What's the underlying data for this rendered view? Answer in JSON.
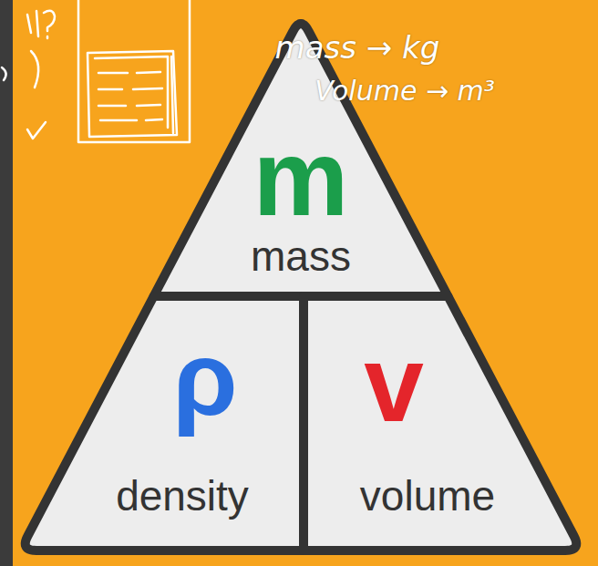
{
  "diagram": {
    "nodes": [
      {
        "text": [
          "m",
          "mass"
        ]
      },
      {
        "text": [
          "ρ",
          "density"
        ]
      },
      {
        "text": [
          "v",
          "volume"
        ]
      }
    ],
    "labels": [
      "mass → kg",
      "Volume → m³"
    ]
  }
}
